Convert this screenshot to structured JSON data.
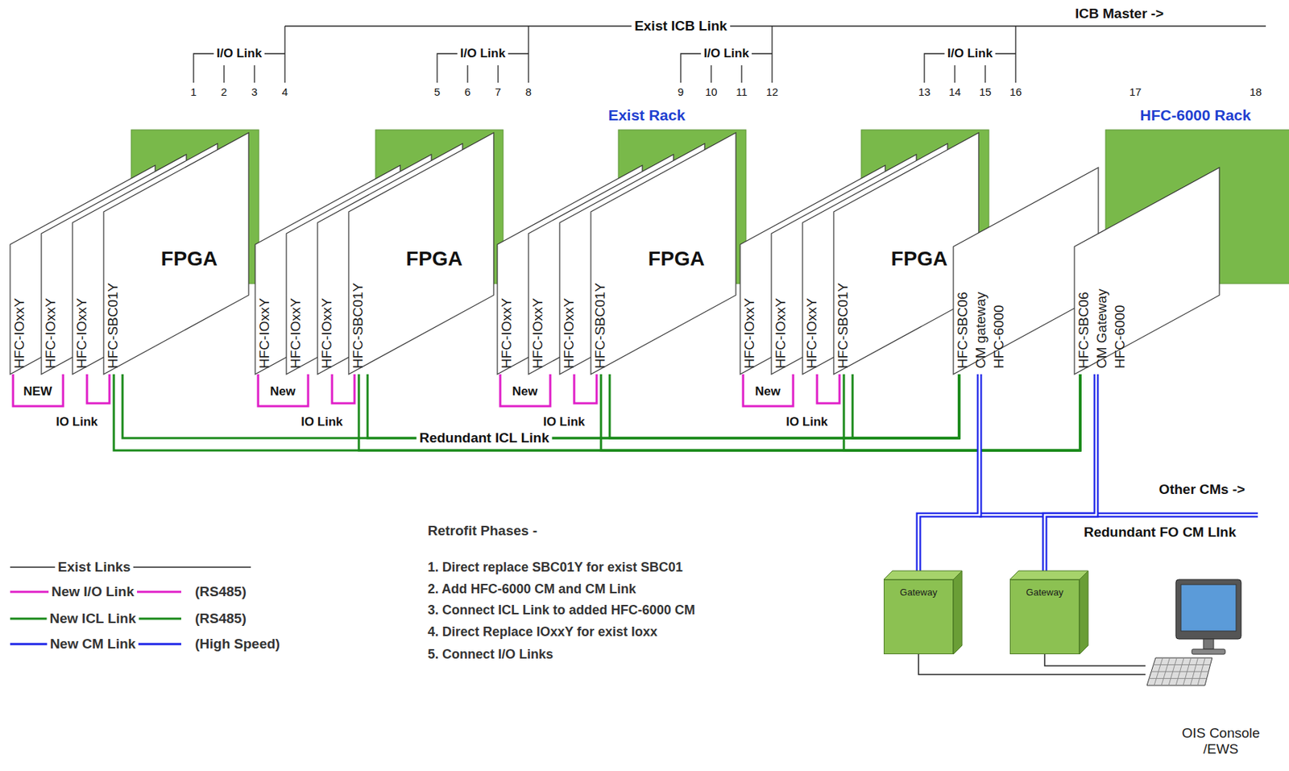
{
  "diagram": {
    "nodes": [
      {
        "text": [
          "HFC-IOxxY"
        ]
      },
      {
        "text": [
          "HFC-IOxxY"
        ]
      },
      {
        "text": [
          "HFC-IOxxY"
        ]
      },
      {
        "text": [
          "HFC-SBC01Y"
        ]
      },
      {
        "text": [
          "HFC-IOxxY"
        ]
      },
      {
        "text": [
          "HFC-IOxxY"
        ]
      },
      {
        "text": [
          "HFC-IOxxY"
        ]
      },
      {
        "text": [
          "HFC-SBC01Y"
        ]
      },
      {
        "text": [
          "HFC-IOxxY"
        ]
      },
      {
        "text": [
          "HFC-IOxxY"
        ]
      },
      {
        "text": [
          "HFC-IOxxY"
        ]
      },
      {
        "text": [
          "HFC-SBC01Y"
        ]
      },
      {
        "text": [
          "HFC-IOxxY"
        ]
      },
      {
        "text": [
          "HFC-IOxxY"
        ]
      },
      {
        "text": [
          "HFC-IOxxY"
        ]
      },
      {
        "text": [
          "HFC-SBC01Y"
        ]
      },
      {
        "text": [
          "HFC-SBC06",
          "CM gateway",
          "HFC-6000"
        ]
      },
      {
        "text": [
          "HFC-SBC06",
          "CM Gateway",
          "HFC-6000"
        ]
      },
      {
        "text": [
          "Gateway"
        ]
      },
      {
        "text": [
          "Gateway"
        ]
      },
      {
        "text": [
          "OIS Console /EWS"
        ]
      }
    ],
    "edges": [
      {
        "from": 0,
        "to": 1,
        "arrow": "none"
      },
      {
        "from": 2,
        "to": 3,
        "arrow": "none"
      },
      {
        "from": 4,
        "to": 5,
        "arrow": "none"
      },
      {
        "from": 6,
        "to": 7,
        "arrow": "none"
      },
      {
        "from": 8,
        "to": 9,
        "arrow": "none"
      },
      {
        "from": 10,
        "to": 11,
        "arrow": "none"
      },
      {
        "from": 12,
        "to": 13,
        "arrow": "none"
      },
      {
        "from": 14,
        "to": 15,
        "arrow": "none"
      },
      {
        "from": 3,
        "to": 16,
        "arrow": "none"
      },
      {
        "from": 7,
        "to": 16,
        "arrow": "none"
      },
      {
        "from": 11,
        "to": 16,
        "arrow": "none"
      },
      {
        "from": 15,
        "to": 16,
        "arrow": "none"
      },
      {
        "from": 3,
        "to": 17,
        "arrow": "none"
      },
      {
        "from": 7,
        "to": 17,
        "arrow": "none"
      },
      {
        "from": 11,
        "to": 17,
        "arrow": "none"
      },
      {
        "from": 15,
        "to": 17,
        "arrow": "none"
      },
      {
        "from": 16,
        "to": 18,
        "arrow": "none"
      },
      {
        "from": 17,
        "to": 19,
        "arrow": "none"
      },
      {
        "from": 18,
        "to": 20,
        "arrow": "none"
      },
      {
        "from": 19,
        "to": 20,
        "arrow": "none"
      }
    ],
    "labels": [
      "Exist ICB Link",
      "ICB Master ->",
      "I/O Link",
      "I/O Link",
      "I/O Link",
      "I/O Link",
      "1",
      "2",
      "3",
      "4",
      "5",
      "6",
      "7",
      "8",
      "9",
      "10",
      "11",
      "12",
      "13",
      "14",
      "15",
      "16",
      "17",
      "18",
      "Exist Rack",
      "HFC-6000 Rack",
      "FPGA",
      "FPGA",
      "FPGA",
      "FPGA",
      "NEW",
      "IO Link",
      "New",
      "IO Link",
      "New",
      "IO Link",
      "New",
      "IO Link",
      "Redundant ICL Link",
      "Other CMs ->",
      "Redundant FO CM LInk",
      "Retrofit Phases -",
      "1. Direct replace SBC01Y for exist SBC01",
      "2. Add HFC-6000 CM and CM Link",
      "3. Connect ICL Link to added HFC-6000 CM",
      "4. Direct Replace IOxxY for exist Ioxx",
      "5. Connect I/O Links",
      "(RS485)",
      "(RS485)",
      "(High Speed)"
    ],
    "legend": [
      {
        "text": "Exist Links"
      },
      {
        "text": "New I/O Link"
      },
      {
        "text": "New ICL Link"
      },
      {
        "text": "New CM Link"
      }
    ]
  }
}
